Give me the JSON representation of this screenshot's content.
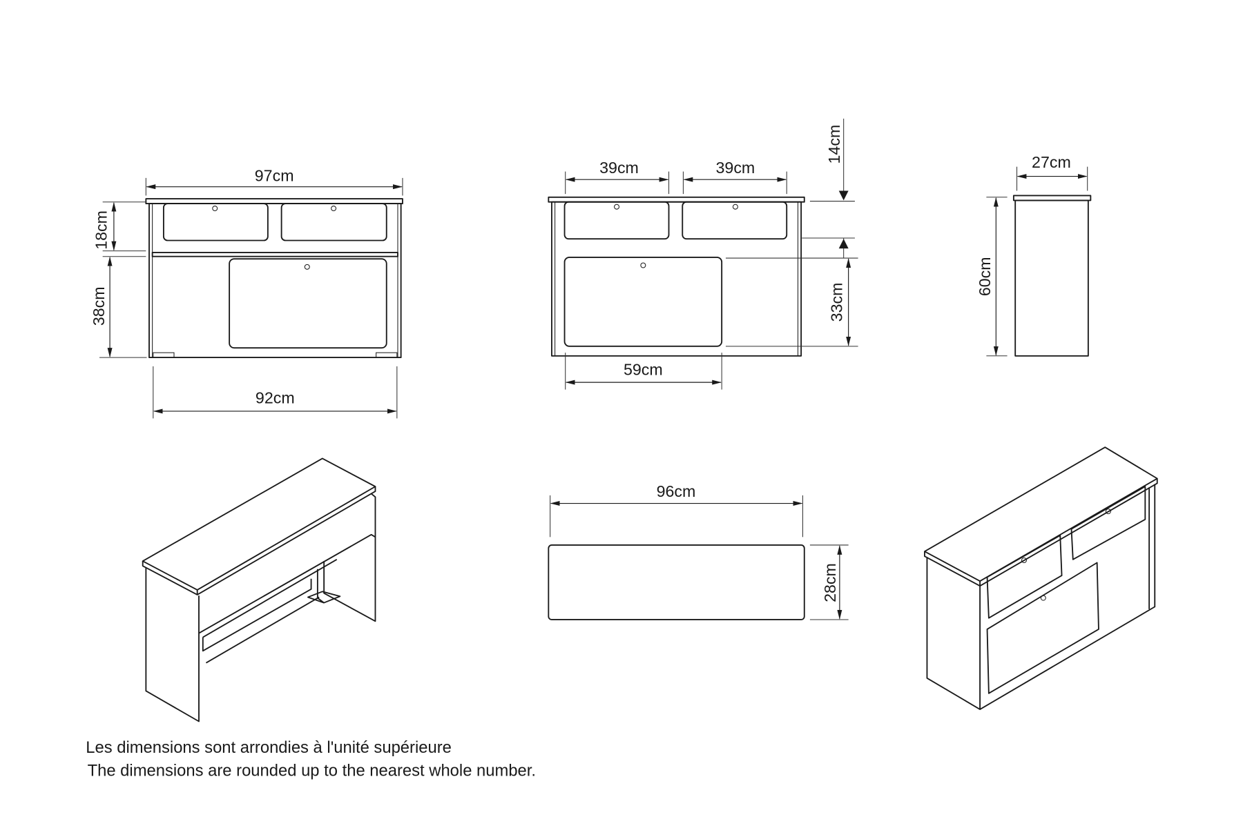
{
  "front_view_1": {
    "top_width": "97cm",
    "drawer_height": "18cm",
    "lower_height": "38cm",
    "inner_width": "92cm"
  },
  "front_view_2": {
    "drawer_left_width": "39cm",
    "drawer_right_width": "39cm",
    "top_offset": "14cm",
    "door_height": "33cm",
    "door_width": "59cm"
  },
  "side_view": {
    "depth": "27cm",
    "height": "60cm"
  },
  "top_view": {
    "width": "96cm",
    "depth": "28cm"
  },
  "notes": {
    "fr": "Les dimensions sont arrondies à l'unité supérieure",
    "en": "The dimensions are rounded up to the nearest whole number."
  }
}
